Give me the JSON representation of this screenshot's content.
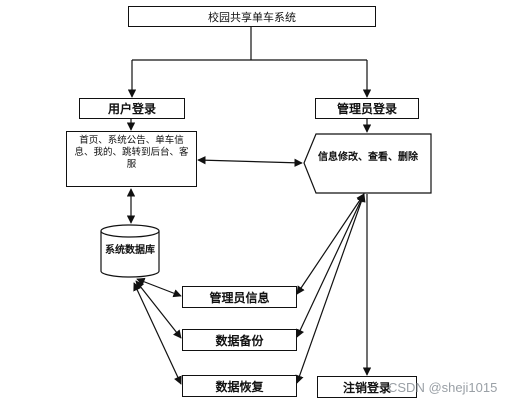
{
  "caption": "",
  "nodes": {
    "system": "校园共享单车系统",
    "user_login": "用户登录",
    "admin_login": "管理员登录",
    "user_funcs": "首页、系统公告、单车信息、我的、跳转到后台、客服",
    "admin_funcs": "信息修改、查看、删除",
    "database": "系统数据库",
    "admin_info": "管理员信息",
    "data_backup": "数据备份",
    "data_recovery": "数据恢复",
    "logout": "注销登录"
  },
  "watermark": "CSDN @sheji1015",
  "colors": {
    "line": "#111111",
    "watermark": "#9aa0a6"
  }
}
